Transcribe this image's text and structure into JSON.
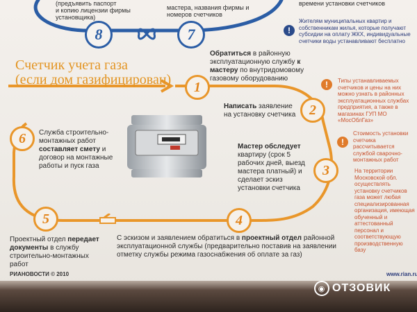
{
  "top": {
    "left_snip_1": "(предъявить паспорт",
    "left_snip_2": "и копию лицензии фирмы",
    "left_snip_3": "установщика)",
    "mid_snip_1": "мастера, названия фирмы и",
    "mid_snip_2": "номеров счетчиков",
    "right_snip": "времени установки счетчиков",
    "step_8": "8",
    "step_7": "7",
    "note_blue": "Жителям муниципальных квартир и собственникам жилья, которые получают субсидии на оплату ЖКХ, индивидуальные счетчики воды устанавливают бесплатно"
  },
  "title": {
    "line1": "Счетчик учета газа",
    "line2": "(если дом газифицирован)"
  },
  "steps": [
    {
      "num": "1",
      "text_bold": "Обратиться",
      "text": " в районную эксплуатационную службу ",
      "text_bold2": "к мастеру",
      "text2": " по внутридомовому газовому оборудованию"
    },
    {
      "num": "2",
      "text_bold": "Написать",
      "text": " заявление на установку счетчика"
    },
    {
      "num": "3",
      "text_bold": "Мастер обследует",
      "text": " квартиру (срок 5 рабочих дней, выезд мастера платный) и сделает эскиз установки счетчика"
    },
    {
      "num": "4",
      "text": "С эскизом и заявлением обратиться в ",
      "text_bold": "проектный отдел",
      "text2": " районной эксплуатационной службы (предварительно поставив на заявлении отметку службы режима газоснабжения об оплате за газ)"
    },
    {
      "num": "5",
      "text": "Проектный отдел ",
      "text_bold": "передает документы",
      "text2": " в службу строительно-монтажных работ"
    },
    {
      "num": "6",
      "text": "Служба строительно-монтажных работ ",
      "text_bold": "составляет смету",
      "text2": " и договор на монтажные работы и пуск газа"
    }
  ],
  "notes": {
    "note1": "Типы устанавливаемых счетчиков и цены на них можно узнать в районных эксплуатационных службах предприятия, а также в магазинах ГУП МО «МосОблГаз»",
    "note2": "Стоимость установки счетчика рассчитывается службой сварочно-монтажных работ",
    "note3": "На территории Московской обл. осуществлять установку счетчиков газа может любая специализированная организация, имеющая обученный и аттестованный персонал и соответствующую производственную базу"
  },
  "footer": {
    "left": "РИАНОВОСТИ © 2010",
    "right": "www.rian.ru"
  },
  "watermark": {
    "text": "ОТЗОВИК"
  },
  "colors": {
    "orange": "#e9962a",
    "blue": "#2b5da5",
    "note_red": "#c8502c"
  }
}
